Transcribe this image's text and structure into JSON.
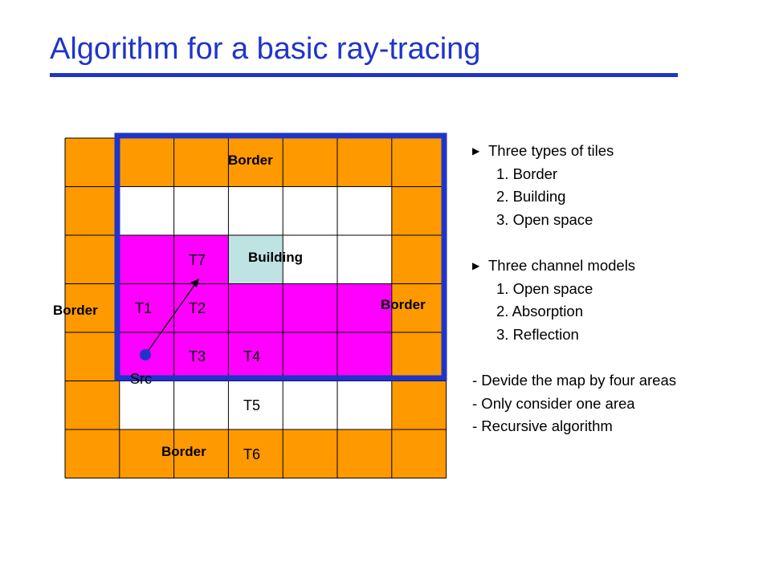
{
  "title": "Algorithm for a basic ray-tracing",
  "colors": {
    "title": "#1f35c9",
    "border_tile": "#ff9900",
    "building_tile": "#bfe2e3",
    "open_space_tile": "#ffffff",
    "magenta_region": "#ff00ff",
    "area_outline": "#1f35c9",
    "grid_line": "#000000"
  },
  "diagram": {
    "grid": {
      "columns": 7,
      "rows": 7,
      "tiles": [
        [
          "border",
          "border",
          "border",
          "border",
          "border",
          "border",
          "border"
        ],
        [
          "border",
          "open",
          "open",
          "open",
          "open",
          "open",
          "border"
        ],
        [
          "border",
          "magenta",
          "magenta",
          "building",
          "open",
          "open",
          "border"
        ],
        [
          "border",
          "magenta",
          "magenta",
          "magenta",
          "magenta",
          "magenta",
          "border"
        ],
        [
          "border",
          "magenta",
          "magenta",
          "magenta",
          "magenta",
          "magenta",
          "border"
        ],
        [
          "border",
          "open",
          "open",
          "open",
          "open",
          "open",
          "border"
        ],
        [
          "border",
          "border",
          "border",
          "border",
          "border",
          "border",
          "border"
        ]
      ]
    },
    "labels": {
      "border_top": "Border",
      "border_left": "Border",
      "border_right": "Border",
      "border_bottom": "Border",
      "building": "Building",
      "t1": "T1",
      "t2": "T2",
      "t3": "T3",
      "t4": "T4",
      "t5": "T5",
      "t6": "T6",
      "t7": "T7",
      "src": "Src"
    }
  },
  "bullets": {
    "section1_heading": "Three types of tiles",
    "section1_items": [
      "1. Border",
      "2. Building",
      "3. Open space"
    ],
    "section2_heading": "Three channel models",
    "section2_items": [
      "1. Open space",
      "2. Absorption",
      "3. Reflection"
    ],
    "notes": [
      "- Devide the map by four areas",
      "- Only consider one area",
      "- Recursive algorithm"
    ]
  }
}
